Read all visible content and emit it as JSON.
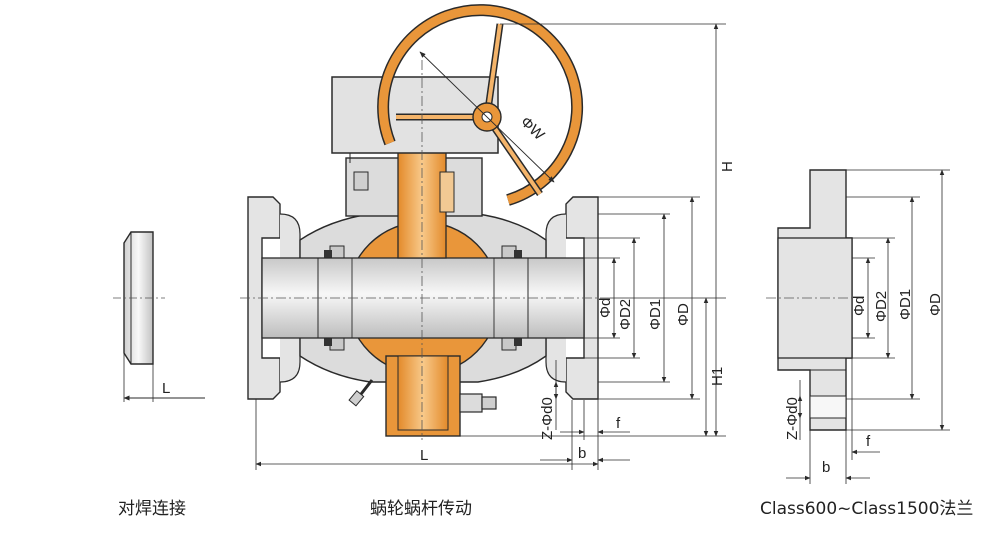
{
  "captions": {
    "weld_end": "对焊连接",
    "worm_gear": "蜗轮蜗杆传动",
    "flange": "Class600~Class1500法兰"
  },
  "dimensions": {
    "handwheel_dia": "ΦW",
    "height_H": "H",
    "height_H1": "H1",
    "bore_d": "Φd",
    "dia_D2": "ΦD2",
    "dia_D1": "ΦD1",
    "dia_D": "ΦD",
    "bolt_holes": "Z-Φd0",
    "length_L": "L",
    "thickness_b": "b",
    "raised_face_f": "f"
  },
  "colors": {
    "body_fill": "#e4e4e4",
    "bore_fill": "#f2f2f2",
    "orange": "#e9963a",
    "orange_light": "#f4b46a",
    "line": "#2a2a2a"
  }
}
